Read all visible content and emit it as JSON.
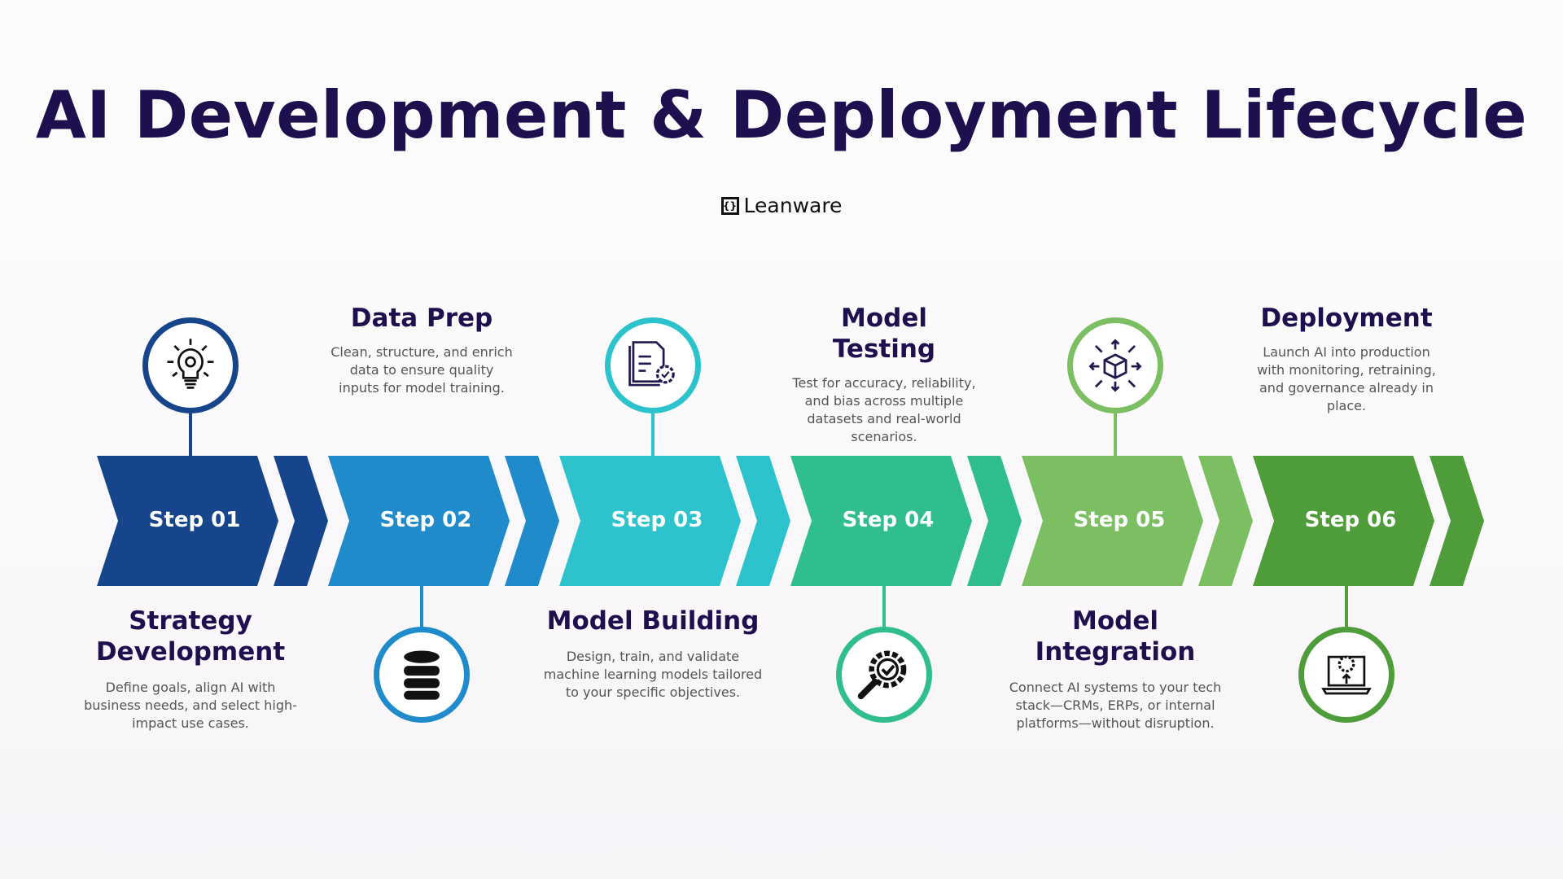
{
  "title": "AI Development & Deployment Lifecycle",
  "brand": {
    "name": "Leanware",
    "mark": "[]"
  },
  "steps": [
    {
      "label": "Step 01",
      "title": "Strategy Development",
      "desc": "Define goals, align AI with business needs, and select high-impact use cases.",
      "color": "#16458b",
      "icon": "lightbulb-gear-icon",
      "icon_pos": "top"
    },
    {
      "label": "Step 02",
      "title": "Data Prep",
      "desc": "Clean, structure, and enrich data to ensure quality inputs for model training.",
      "color": "#1f8bcb",
      "icon": "database-icon",
      "icon_pos": "bottom"
    },
    {
      "label": "Step 03",
      "title": "Model Building",
      "desc": "Design, train, and validate machine learning models tailored to your specific objectives.",
      "color": "#2cc3cd",
      "icon": "document-gear-icon",
      "icon_pos": "top"
    },
    {
      "label": "Step 04",
      "title": "Model Testing",
      "desc": "Test for accuracy, reliability, and bias across multiple datasets and real-world scenarios.",
      "color": "#30bf8c",
      "icon": "magnifier-gear-check-icon",
      "icon_pos": "bottom"
    },
    {
      "label": "Step 05",
      "title": "Model Integration",
      "desc": "Connect AI systems to your tech stack—CRMs, ERPs, or internal platforms—without disruption.",
      "color": "#7cbf62",
      "icon": "box-arrows-icon",
      "icon_pos": "top"
    },
    {
      "label": "Step 06",
      "title": "Deployment",
      "desc": "Launch AI into production with monitoring, retraining, and governance already in place.",
      "color": "#4f9d3a",
      "icon": "laptop-gear-upload-icon",
      "icon_pos": "bottom"
    }
  ]
}
